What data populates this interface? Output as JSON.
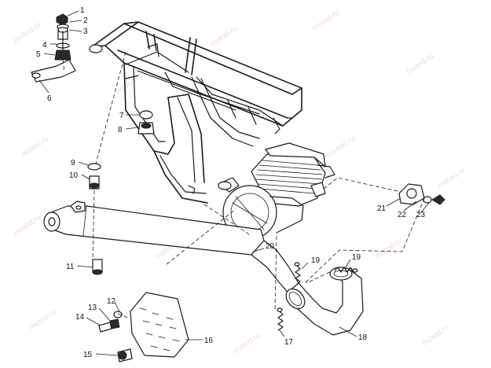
{
  "watermark": "motod.ru",
  "callouts": [
    {
      "id": "c1",
      "text": "1"
    },
    {
      "id": "c2",
      "text": "2"
    },
    {
      "id": "c3",
      "text": "3"
    },
    {
      "id": "c4",
      "text": "4"
    },
    {
      "id": "c5",
      "text": "5"
    },
    {
      "id": "c6",
      "text": "6"
    },
    {
      "id": "c7",
      "text": "7"
    },
    {
      "id": "c8",
      "text": "8"
    },
    {
      "id": "c9",
      "text": "9"
    },
    {
      "id": "c10",
      "text": "10"
    },
    {
      "id": "c11",
      "text": "11"
    },
    {
      "id": "c12",
      "text": "12"
    },
    {
      "id": "c13",
      "text": "13"
    },
    {
      "id": "c14",
      "text": "14"
    },
    {
      "id": "c15",
      "text": "15"
    },
    {
      "id": "c16",
      "text": "16"
    },
    {
      "id": "c17",
      "text": "17"
    },
    {
      "id": "c18",
      "text": "18"
    },
    {
      "id": "c19a",
      "text": "19"
    },
    {
      "id": "c19b",
      "text": "19"
    },
    {
      "id": "c20",
      "text": "20"
    },
    {
      "id": "c21",
      "text": "21"
    },
    {
      "id": "c22",
      "text": "22"
    },
    {
      "id": "c23",
      "text": "23"
    }
  ]
}
